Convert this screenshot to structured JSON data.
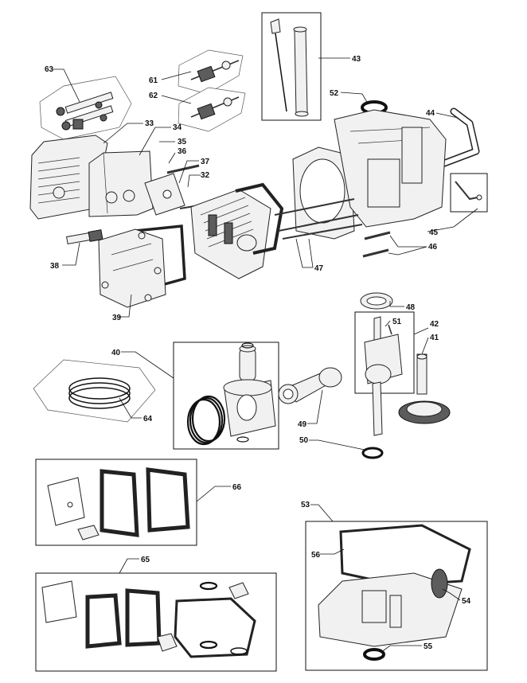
{
  "callouts": [
    "63",
    "61",
    "62",
    "43",
    "52",
    "44",
    "33",
    "34",
    "35",
    "36",
    "37",
    "32",
    "38",
    "45",
    "46",
    "47",
    "39",
    "48",
    "51",
    "42",
    "41",
    "40",
    "49",
    "64",
    "50",
    "66",
    "53",
    "56",
    "54",
    "65",
    "55"
  ]
}
